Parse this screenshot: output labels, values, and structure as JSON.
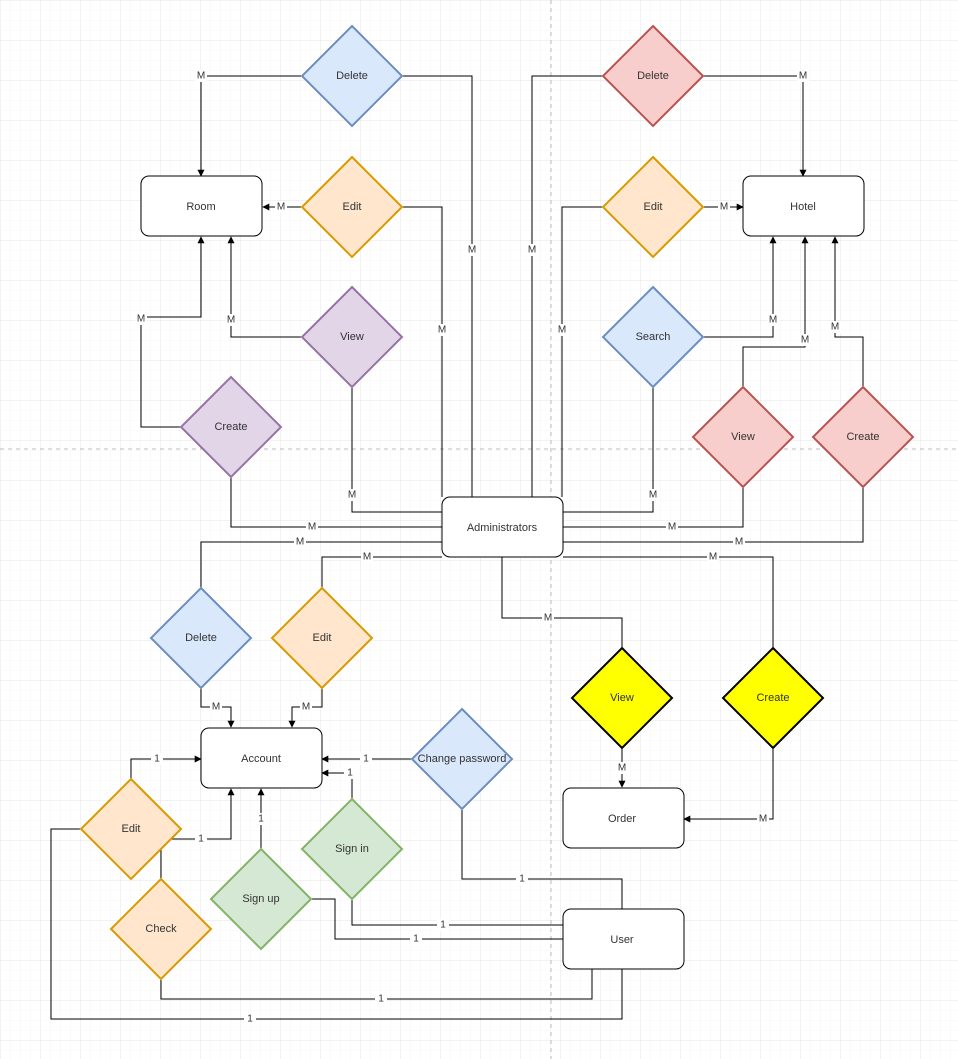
{
  "entities": {
    "room": "Room",
    "hotel": "Hotel",
    "administrators": "Administrators",
    "account": "Account",
    "order": "Order",
    "user": "User"
  },
  "relations": {
    "room_delete": "Delete",
    "room_edit": "Edit",
    "room_view": "View",
    "room_create": "Create",
    "hotel_delete": "Delete",
    "hotel_edit": "Edit",
    "hotel_search": "Search",
    "hotel_view": "View",
    "hotel_create": "Create",
    "account_delete": "Delete",
    "account_edit": "Edit",
    "order_view": "View",
    "order_create": "Create",
    "change_password": "Change password",
    "sign_in": "Sign in",
    "sign_up": "Sign up",
    "user_edit": "Edit",
    "user_check": "Check"
  },
  "cardinality": {
    "many": "M",
    "one": "1"
  },
  "colors": {
    "grid": "#e6e6e6",
    "blue_fill": "#dae8fc",
    "blue_stroke": "#6c8ebf",
    "orange_fill": "#ffe6cc",
    "orange_stroke": "#d79b00",
    "purple_fill": "#e1d5e7",
    "purple_stroke": "#9673a6",
    "red_fill": "#f8cecc",
    "red_stroke": "#b85450",
    "green_fill": "#d5e8d4",
    "green_stroke": "#82b366",
    "yellow_fill": "#ffff00",
    "yellow_stroke": "#000000"
  }
}
